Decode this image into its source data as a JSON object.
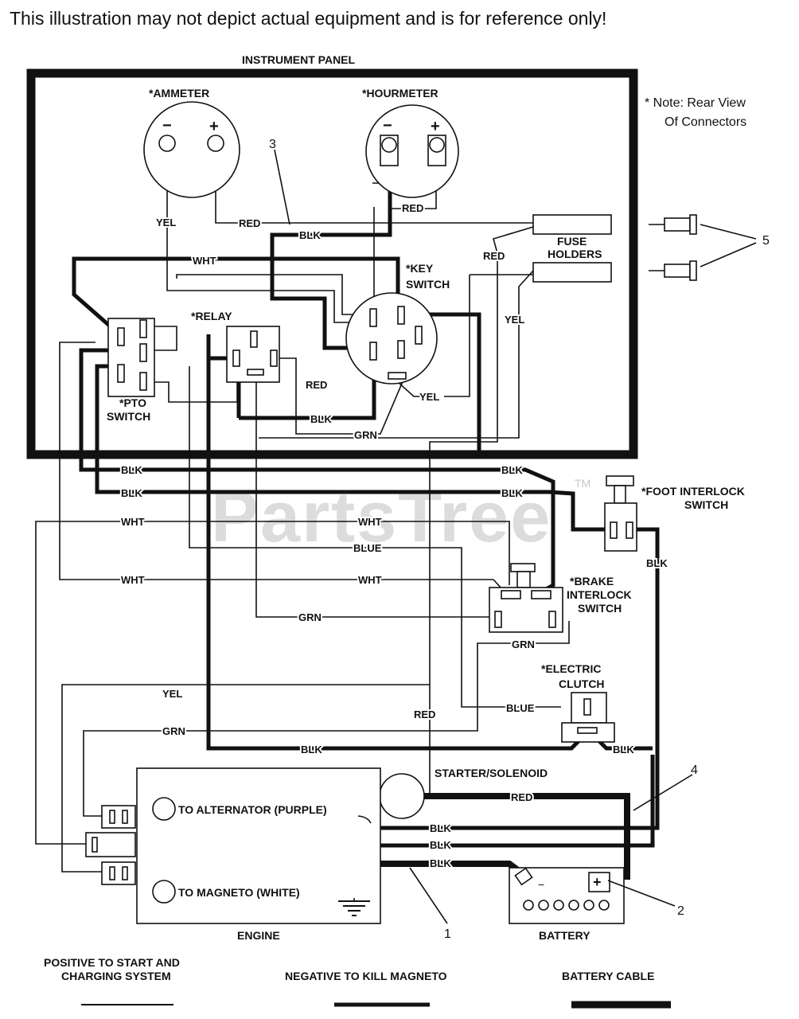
{
  "disclaimer": "This illustration may not depict actual equipment and is for reference only!",
  "watermark": "PartsTree",
  "watermark_tm": "TM",
  "panel_title": "INSTRUMENT PANEL",
  "note_line1": "* Note:  Rear View",
  "note_line2": "Of Connectors",
  "components": {
    "ammeter": "*AMMETER",
    "hourmeter": "*HOURMETER",
    "key_switch_1": "*KEY",
    "key_switch_2": "SWITCH",
    "relay": "*RELAY",
    "pto_1": "*PTO",
    "pto_2": "SWITCH",
    "fuse_1": "FUSE",
    "fuse_2": "HOLDERS",
    "foot_1": "*FOOT INTERLOCK",
    "foot_2": "SWITCH",
    "brake_1": "*BRAKE",
    "brake_2": "INTERLOCK",
    "brake_3": "SWITCH",
    "clutch_1": "*ELECTRIC",
    "clutch_2": "CLUTCH",
    "starter": "STARTER/SOLENOID",
    "engine": "ENGINE",
    "battery": "BATTERY",
    "alternator": "TO ALTERNATOR (PURPLE)",
    "magneto": "TO MAGNETO (WHITE)"
  },
  "polarity": {
    "minus": "−",
    "plus": "+"
  },
  "callouts": {
    "c1": "1",
    "c2": "2",
    "c3": "3",
    "c4": "4",
    "c5": "5"
  },
  "wires": {
    "yel": "YEL",
    "red": "RED",
    "blk": "BLK",
    "wht": "WHT",
    "grn": "GRN",
    "blue": "BLUE"
  },
  "legend": {
    "positive_1": "POSITIVE TO START AND",
    "positive_2": "CHARGING SYSTEM",
    "negative": "NEGATIVE TO KILL MAGNETO",
    "battery_cable": "BATTERY CABLE"
  }
}
